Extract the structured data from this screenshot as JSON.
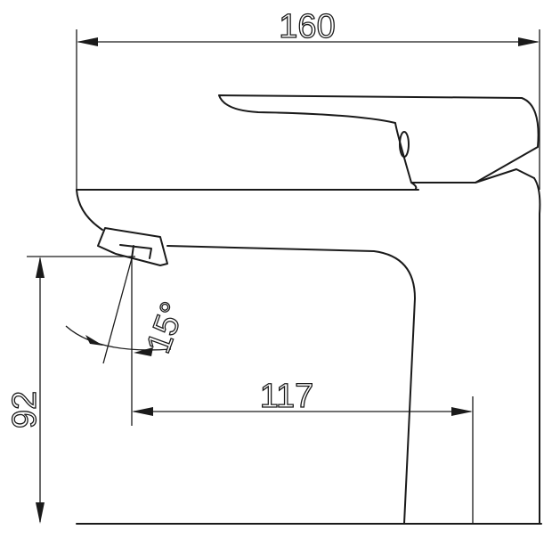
{
  "dimensions": {
    "width_label": "160",
    "height_label": "92",
    "reach_label": "117",
    "angle_label": "15°"
  },
  "colors": {
    "line": "#1a1a1a",
    "background": "#ffffff"
  }
}
